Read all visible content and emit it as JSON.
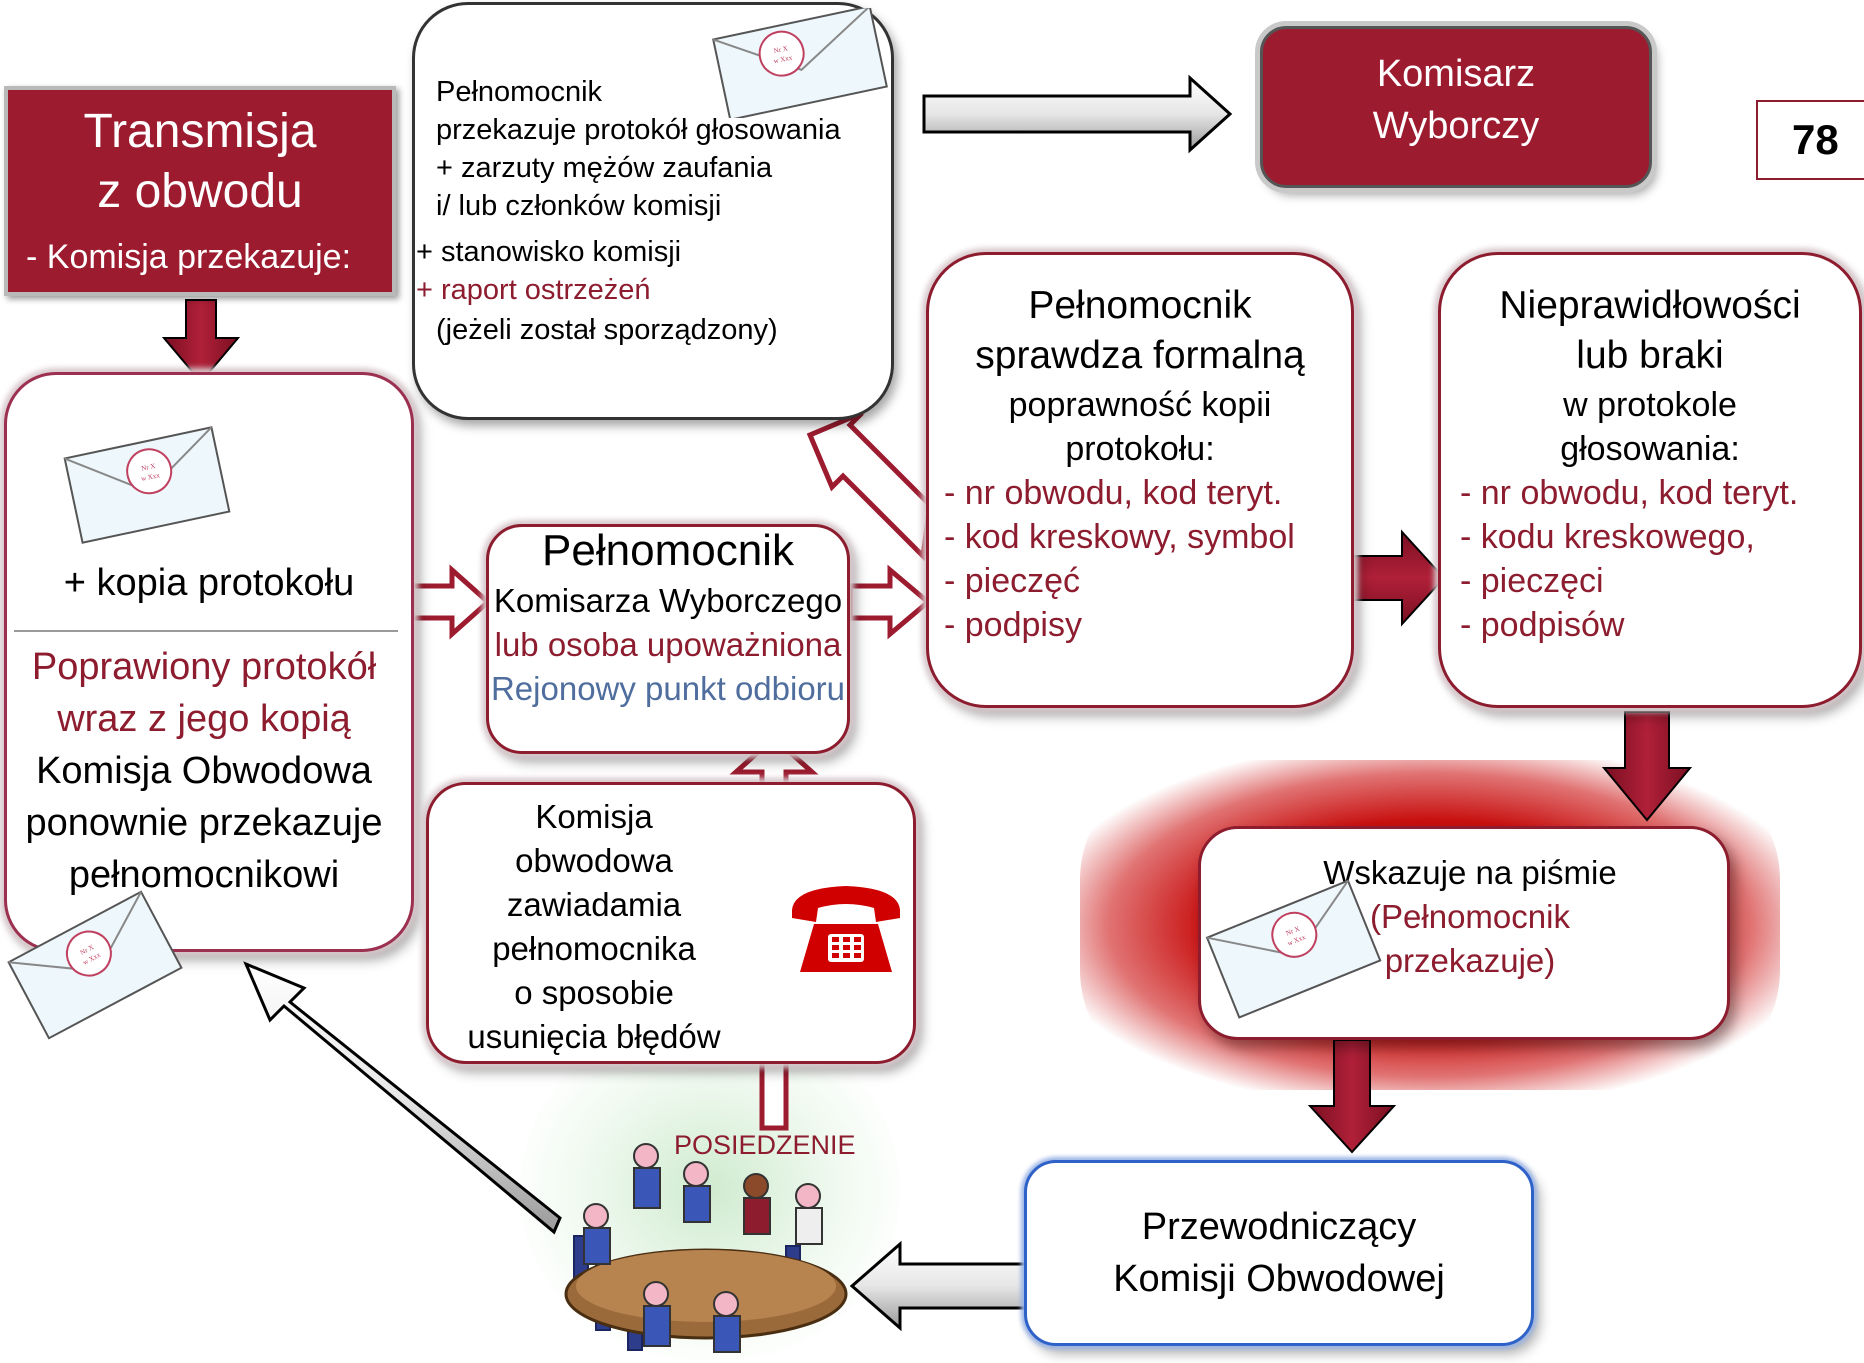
{
  "page_number": "78",
  "colors": {
    "maroon": "#8c1c2e",
    "dark_red": "#9c1b2f",
    "blue_border": "#2f62c8",
    "slate_text": "#4f6e9e",
    "glow_red": "#c00000"
  },
  "icons": [
    "envelope-icon",
    "telephone-icon",
    "meeting-table-icon"
  ],
  "transmisja": {
    "line1": "Transmisja",
    "line2": "z obwodu",
    "line3": "- Komisja  przekazuje:"
  },
  "komisarz": {
    "line1": "Komisarz",
    "line2": "Wyborczy"
  },
  "top_box": {
    "line1": "Pełnomocnik",
    "line2": "przekazuje protokół głosowania",
    "line3": "+ zarzuty mężów zaufania",
    "line4": "i/ lub członków komisji",
    "line5": "+ stanowisko komisji",
    "line6": "+ raport ostrzeżeń",
    "line7": "(jeżeli został sporządzony)"
  },
  "left_box": {
    "copy": "+ kopia protokołu",
    "red1": "Poprawiony  protokół",
    "red2": "wraz z jego kopią",
    "line3": "Komisja Obwodowa",
    "line4": "ponownie przekazuje",
    "line5": "pełnomocnikowi"
  },
  "mid_box": {
    "title": "Pełnomocnik",
    "line2": "Komisarza Wyborczego",
    "line3": "lub osoba upoważniona",
    "line4": "Rejonowy punkt odbioru"
  },
  "check_box": {
    "line1": "Pełnomocnik",
    "line2": "sprawdza formalną",
    "line3": "poprawność  kopii",
    "line4": "protokołu:",
    "items": [
      "- nr obwodu, kod teryt.",
      "- kod kreskowy, symbol",
      "- pieczęć",
      "- podpisy"
    ]
  },
  "irreg_box": {
    "line1": "Nieprawidłowości",
    "line2": "lub braki",
    "line3": "w protokole",
    "line4": "głosowania:",
    "items": [
      "- nr obwodu, kod teryt.",
      "- kodu kreskowego,",
      "- pieczęci",
      "- podpisów"
    ]
  },
  "notify_box": {
    "line1": "Komisja",
    "line2": "obwodowa",
    "line3": "zawiadamia",
    "line4": "pełnomocnika",
    "line5": "o sposobie",
    "line6": "usunięcia błędów"
  },
  "writing_box": {
    "line1": "Wskazuje na piśmie",
    "line2": "(Pełnomocnik",
    "line3": "przekazuje)"
  },
  "chair_box": {
    "line1": "Przewodniczący",
    "line2": "Komisji Obwodowej"
  },
  "meeting_label": "POSIEDZENIE",
  "envelope_stamp": {
    "line1": "Nr X",
    "line2": "w Xxx"
  }
}
